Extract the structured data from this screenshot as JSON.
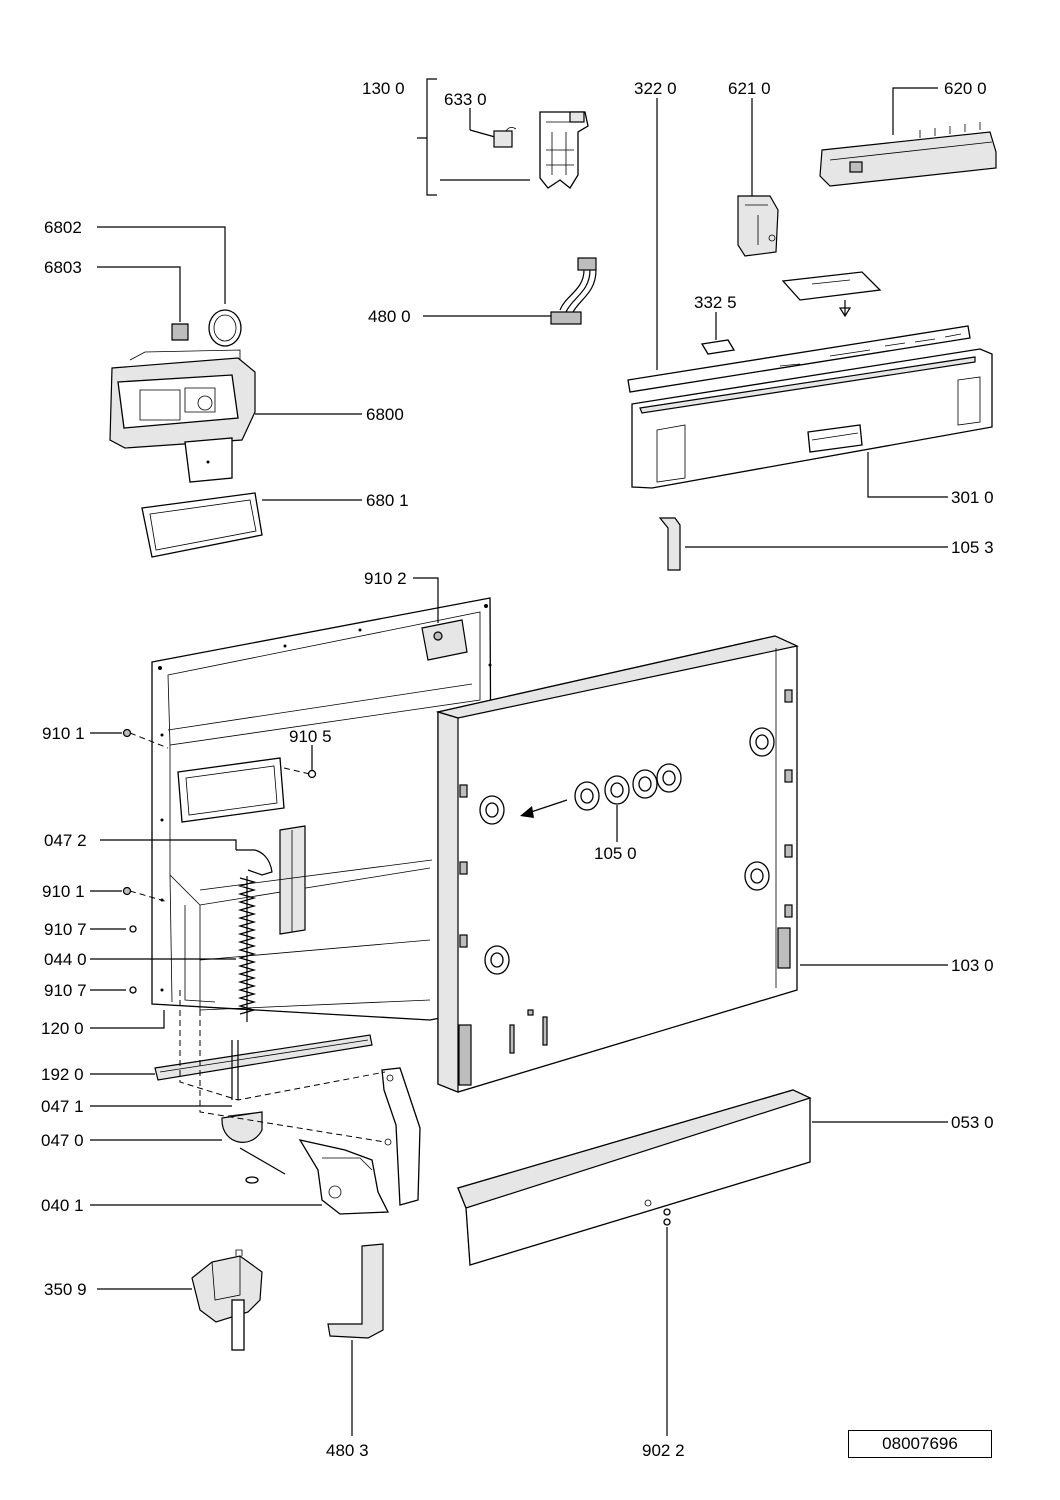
{
  "diagram": {
    "reference_number": "08007696",
    "callouts": {
      "c1300": "130 0",
      "c6330": "633 0",
      "c3220": "322 0",
      "c6210": "621 0",
      "c6200": "620 0",
      "c6802": "6802",
      "c6803": "6803",
      "c4800": "480 0",
      "c3325": "332 5",
      "c6800": "6800",
      "c6801": "680 1",
      "c3010": "301 0",
      "c1053": "105 3",
      "c9102": "910 2",
      "c9101a": "910 1",
      "c9105": "910 5",
      "c0472": "047 2",
      "c1050": "105 0",
      "c9101b": "910 1",
      "c9107a": "910 7",
      "c0440": "044 0",
      "c1030": "103 0",
      "c9107b": "910 7",
      "c1200": "120 0",
      "c1920": "192 0",
      "c0471": "047 1",
      "c0530": "053 0",
      "c0470": "047 0",
      "c0401": "040 1",
      "c3509": "350 9",
      "c4803": "480 3",
      "c9022": "902 2"
    }
  }
}
